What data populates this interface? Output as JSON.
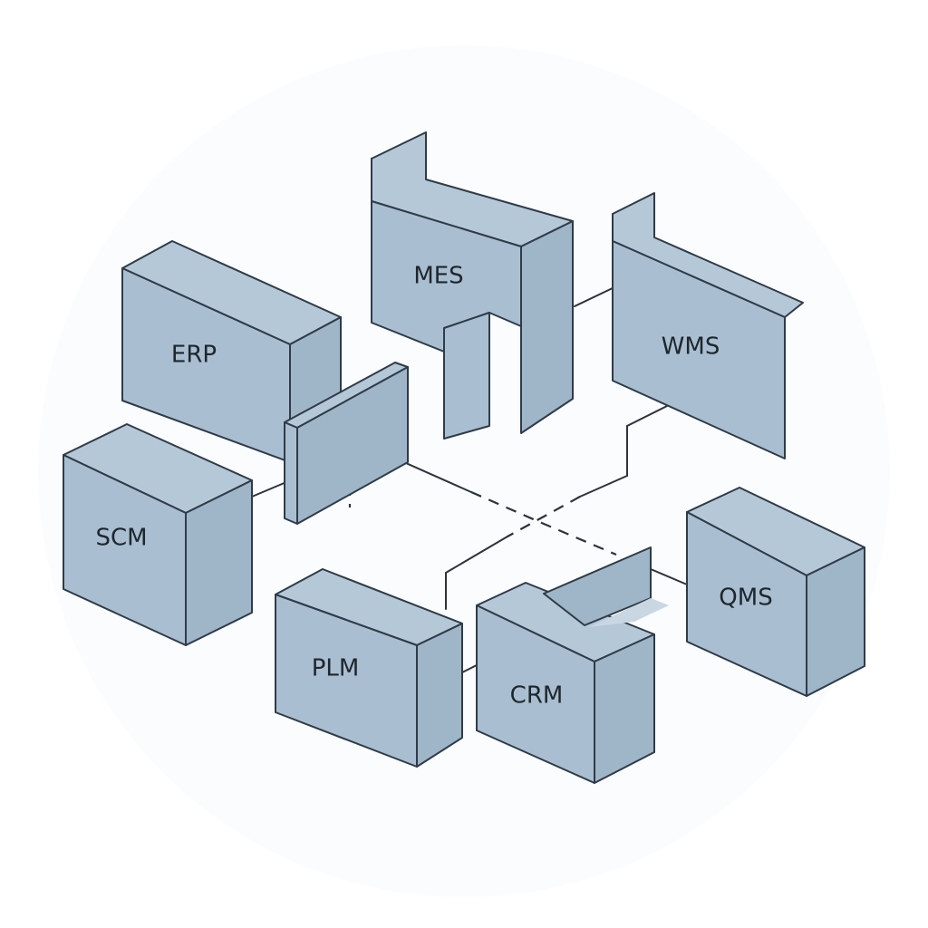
{
  "systems": [
    {
      "id": "erp",
      "label": "ERP"
    },
    {
      "id": "mes",
      "label": "MES"
    },
    {
      "id": "wms",
      "label": "WMS"
    },
    {
      "id": "scm",
      "label": "SCM"
    },
    {
      "id": "plm",
      "label": "PLM"
    },
    {
      "id": "crm",
      "label": "CRM"
    },
    {
      "id": "qms",
      "label": "QMS"
    }
  ],
  "colors": {
    "box_front": "#a9bfd1",
    "box_side": "#9fb5c8",
    "box_top": "#b5c8d8",
    "outline": "#2f3b48",
    "connector": "#2b333c"
  }
}
